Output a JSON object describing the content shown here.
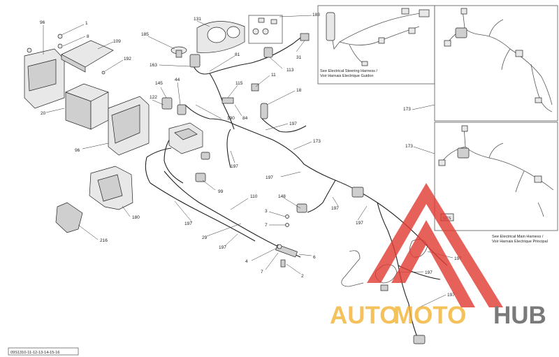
{
  "diagram": {
    "callouts": {
      "c1": "1",
      "c8": "8",
      "c96a": "96",
      "c109": "109",
      "c192": "192",
      "c20": "20",
      "c96b": "96",
      "c185": "185",
      "c131": "131",
      "c183": "183",
      "c163": "163",
      "c81": "81",
      "c31": "31",
      "c113": "113",
      "c11": "11",
      "c145": "145",
      "c44": "44",
      "c115": "115",
      "c122": "122",
      "c18": "18",
      "c84": "84",
      "c190": "190",
      "c197a": "197",
      "c197b": "197",
      "c197c": "197",
      "c173a": "173",
      "c173b": "173",
      "c173c": "173",
      "c197d": "197",
      "c197e": "197",
      "c99": "99",
      "c148": "148",
      "c110": "110",
      "c197f": "197",
      "c3": "3",
      "c7a": "7",
      "c29": "29",
      "c180": "180",
      "c216": "216",
      "c197g": "197",
      "c197h": "197",
      "c4": "4",
      "c7b": "7",
      "c6": "6",
      "c2": "2",
      "c197i": "197",
      "c197j": "197",
      "c197k": "197"
    },
    "steering_note_line1": "See Electrical Steering Harness /",
    "steering_note_line2": "Voir Harnais Electrique Guidon",
    "main_note_line1": "See Electrical Main Harness /",
    "main_note_line2": "Voir Harnais Electrique Principal",
    "gts_label": "GTS",
    "reference_code": "09S1310-11-12-13-14-15-16"
  },
  "watermark": {
    "text_part1": "AUTO",
    "text_part2": "MOTO",
    "text_part3": "HUB",
    "colors": {
      "orange": "#f2b233",
      "gray": "#5a5a5a",
      "red": "#e03a32"
    }
  }
}
